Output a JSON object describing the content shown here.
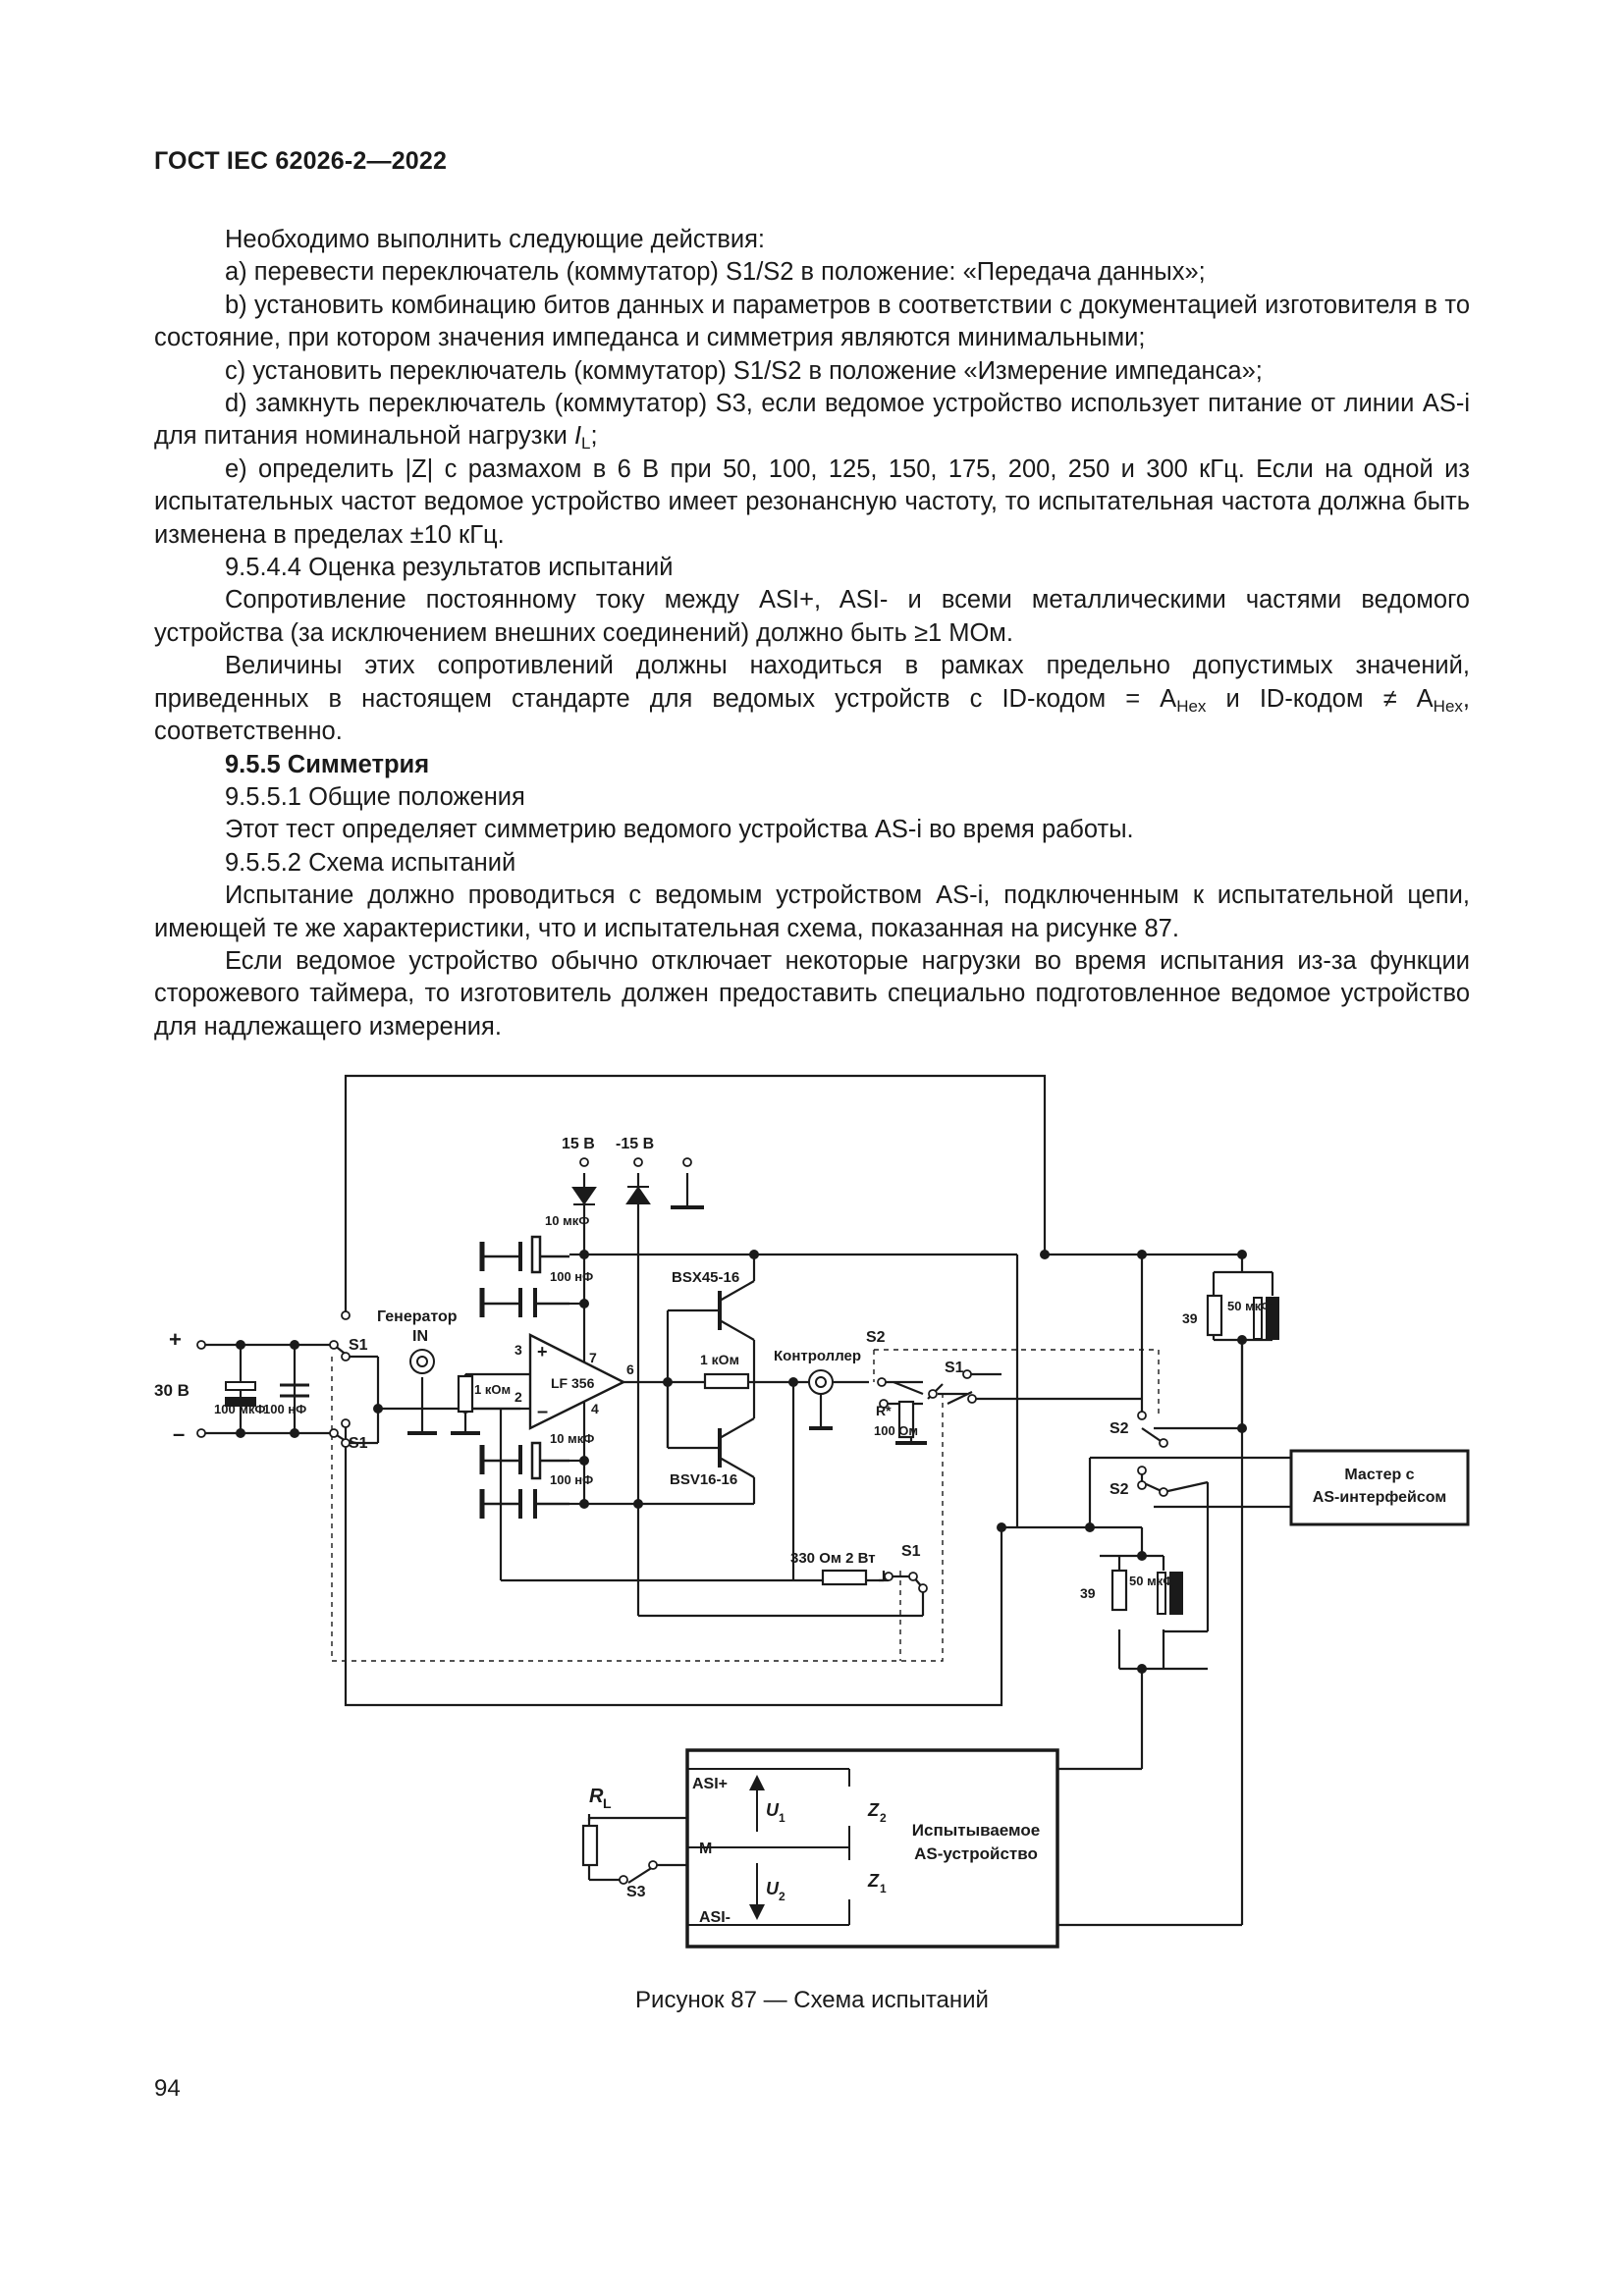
{
  "header": {
    "title": "ГОСТ IEC 62026-2—2022"
  },
  "body": {
    "p1": "Необходимо выполнить следующие действия:",
    "p2": "а) перевести переключатель (коммутатор) S1/S2 в положение: «Передача данных»;",
    "p3": "b) установить комбинацию битов данных и параметров в соответствии с документацией изготовителя в то состояние, при котором значения импеданса и симметрия являются минимальными;",
    "p4": "с) установить переключатель (коммутатор) S1/S2 в положение «Измерение импеданса»;",
    "p5_a": "d) замкнуть переключатель (коммутатор) S3, если ведомое устройство использует питание от линии AS-i для питания номинальной нагрузки ",
    "p5_i": "I",
    "p5_sub": "L",
    "p5_b": ";",
    "p6": "е) определить |Z| с размахом в 6 В при 50, 100, 125, 150, 175, 200, 250 и 300 кГц. Если на одной из испытательных частот ведомое устройство имеет резонансную частоту, то испытательная частота должна быть изменена в пределах ±10 кГц.",
    "p7": "9.5.4.4 Оценка результатов испытаний",
    "p8": "Сопротивление постоянному току между ASI+, ASI- и всеми металлическими частями ведомого устройства (за исключением внешних соединений) должно быть ≥1 МОм.",
    "p9_a": "Величины этих сопротивлений должны находиться в рамках предельно допустимых значений, приведенных в настоящем стандарте для ведомых устройств с ID-кодом = A",
    "p9_sub1": "Hex",
    "p9_b": " и ID-кодом ≠ A",
    "p9_sub2": "Hex",
    "p9_c": ", соответственно.",
    "p10": "9.5.5 Симметрия",
    "p11": "9.5.5.1 Общие положения",
    "p12": "Этот тест определяет симметрию ведомого устройства AS-i во время работы.",
    "p13": "9.5.5.2 Схема испытаний",
    "p14": "Испытание должно проводиться с ведомым устройством AS-i, подключенным к испытательной цепи, имеющей те же характеристики, что и испытательная схема, показанная на рисунке 87.",
    "p15": "Если ведомое устройство обычно отключает некоторые нагрузки во время испытания из-за функции сторожевого таймера, то изготовитель должен предоставить специально подготовленное ведомое устройство для надлежащего измерения."
  },
  "figure": {
    "supply_pos": "15 В",
    "supply_neg": "-15 В",
    "plus": "+",
    "minus": "–",
    "v30": "30 В",
    "c100u": "100 мкФ",
    "c100n": "100 нФ",
    "c10u": "10 мкФ",
    "c100n_b": "100 нФ",
    "generator": "Генератор",
    "gen_in": "IN",
    "r1k": "1 кОм",
    "pin3": "3",
    "pin2": "2",
    "pin7": "7",
    "pin4": "4",
    "pin6": "6",
    "opamp": "LF 356",
    "op_plus": "+",
    "op_minus": "–",
    "bsx": "BSX45-16",
    "bsv": "BSV16-16",
    "r1kom": "1 кОм",
    "controller": "Контроллер",
    "s1": "S1",
    "s2": "S2",
    "s3": "S3",
    "rstar": "R*",
    "r100": "100 Ом",
    "r330": "330 Ом 2 Вт",
    "r39": "39",
    "c50u": "50 мкФ",
    "master_line1": "Мастер с",
    "master_line2": "AS-интерфейсом",
    "rl": "R",
    "rl_sub": "L",
    "asi_plus": "ASI+",
    "asi_m": "M",
    "asi_minus": "ASI-",
    "u1": "U",
    "u1_sub": "1",
    "u2": "U",
    "u2_sub": "2",
    "z2": "Z",
    "z2_sub": "2",
    "z1": "Z",
    "z1_sub": "1",
    "dut_line1": "Испытываемое",
    "dut_line2": "AS-устройство"
  },
  "caption": "Рисунок 87 — Схема испытаний",
  "page_number": "94"
}
